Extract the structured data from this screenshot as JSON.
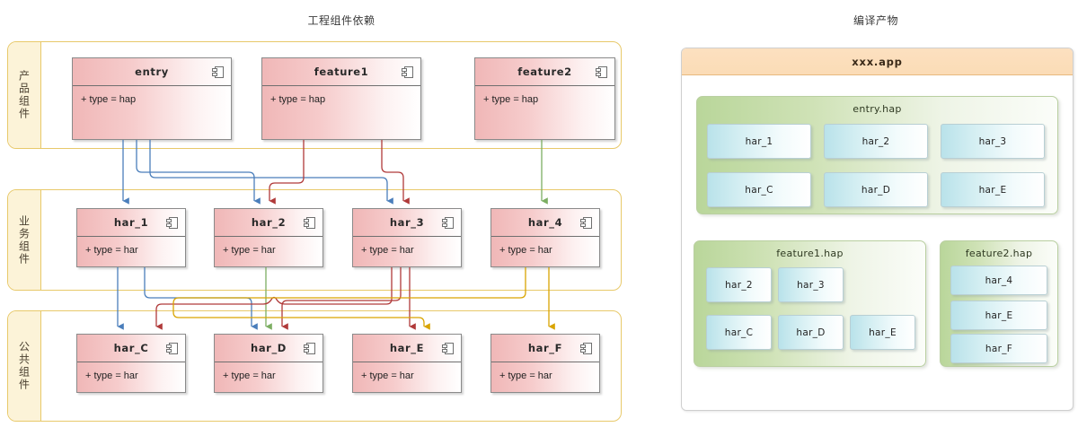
{
  "panels": {
    "left_title": "工程组件依赖",
    "right_title": "编译产物"
  },
  "colors": {
    "lane_border": "#e8c96a",
    "lane_label_bg": "#fcf3d8",
    "component_fill": "#f0b7b7",
    "app_bar": "#fce0c0",
    "hap_fill": "#b9d69a",
    "har_fill": "#b9e2ea",
    "edge_entry": "#4a7ebb",
    "edge_feature1": "#b03a3a",
    "edge_feature2": "#7cae62",
    "edge_har4": "#d9a400"
  },
  "lanes": [
    {
      "label": "产品组件"
    },
    {
      "label": "业务组件"
    },
    {
      "label": "公共组件"
    }
  ],
  "components": {
    "product": [
      {
        "name": "entry",
        "attr": "+ type = hap"
      },
      {
        "name": "feature1",
        "attr": "+ type = hap"
      },
      {
        "name": "feature2",
        "attr": "+ type = hap"
      }
    ],
    "business": [
      {
        "name": "har_1",
        "attr": "+ type = har"
      },
      {
        "name": "har_2",
        "attr": "+ type = har"
      },
      {
        "name": "har_3",
        "attr": "+ type = har"
      },
      {
        "name": "har_4",
        "attr": "+ type = har"
      }
    ],
    "common": [
      {
        "name": "har_C",
        "attr": "+ type = har"
      },
      {
        "name": "har_D",
        "attr": "+ type = har"
      },
      {
        "name": "har_E",
        "attr": "+ type = har"
      },
      {
        "name": "har_F",
        "attr": "+ type = har"
      }
    ]
  },
  "dependencies": [
    {
      "from": "entry",
      "to": "har_1",
      "color": "#4a7ebb"
    },
    {
      "from": "entry",
      "to": "har_2",
      "color": "#4a7ebb"
    },
    {
      "from": "entry",
      "to": "har_3",
      "color": "#4a7ebb"
    },
    {
      "from": "feature1",
      "to": "har_2",
      "color": "#b03a3a"
    },
    {
      "from": "feature1",
      "to": "har_3",
      "color": "#b03a3a"
    },
    {
      "from": "feature2",
      "to": "har_4",
      "color": "#7cae62"
    },
    {
      "from": "har_1",
      "to": "har_C",
      "color": "#4a7ebb"
    },
    {
      "from": "har_1",
      "to": "har_D",
      "color": "#4a7ebb"
    },
    {
      "from": "har_2",
      "to": "har_D",
      "color": "#7cae62"
    },
    {
      "from": "har_3",
      "to": "har_C",
      "color": "#b03a3a"
    },
    {
      "from": "har_3",
      "to": "har_D",
      "color": "#b03a3a"
    },
    {
      "from": "har_3",
      "to": "har_E",
      "color": "#b03a3a"
    },
    {
      "from": "har_4",
      "to": "har_E",
      "color": "#d9a400"
    },
    {
      "from": "har_4",
      "to": "har_F",
      "color": "#d9a400"
    }
  ],
  "artifact": {
    "app_name": "xxx.app",
    "haps": [
      {
        "name": "entry.hap",
        "hars": [
          "har_1",
          "har_2",
          "har_3",
          "har_C",
          "har_D",
          "har_E"
        ]
      },
      {
        "name": "feature1.hap",
        "hars": [
          "har_2",
          "har_3",
          "har_C",
          "har_D",
          "har_E"
        ]
      },
      {
        "name": "feature2.hap",
        "hars": [
          "har_4",
          "har_E",
          "har_F"
        ]
      }
    ]
  }
}
